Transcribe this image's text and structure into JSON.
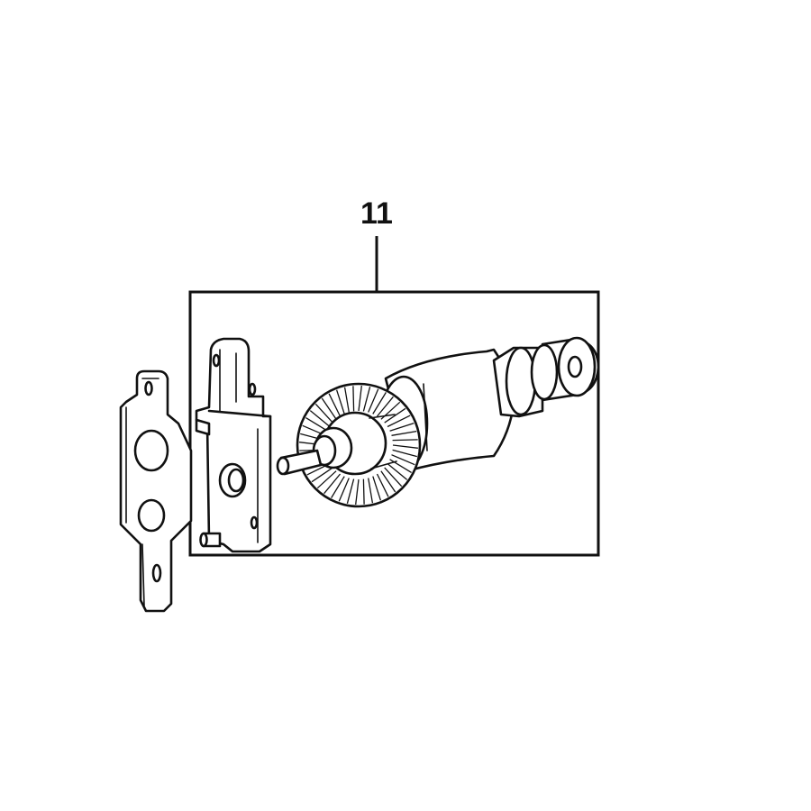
{
  "callout": {
    "number": "11"
  },
  "parts": [
    {
      "name": "mounting-plate",
      "icon": "plate-icon"
    },
    {
      "name": "brush-holder",
      "icon": "bracket-icon"
    },
    {
      "name": "armature-rotor",
      "icon": "armature-icon"
    }
  ],
  "colors": {
    "ink": "#111111",
    "paper": "#ffffff"
  }
}
